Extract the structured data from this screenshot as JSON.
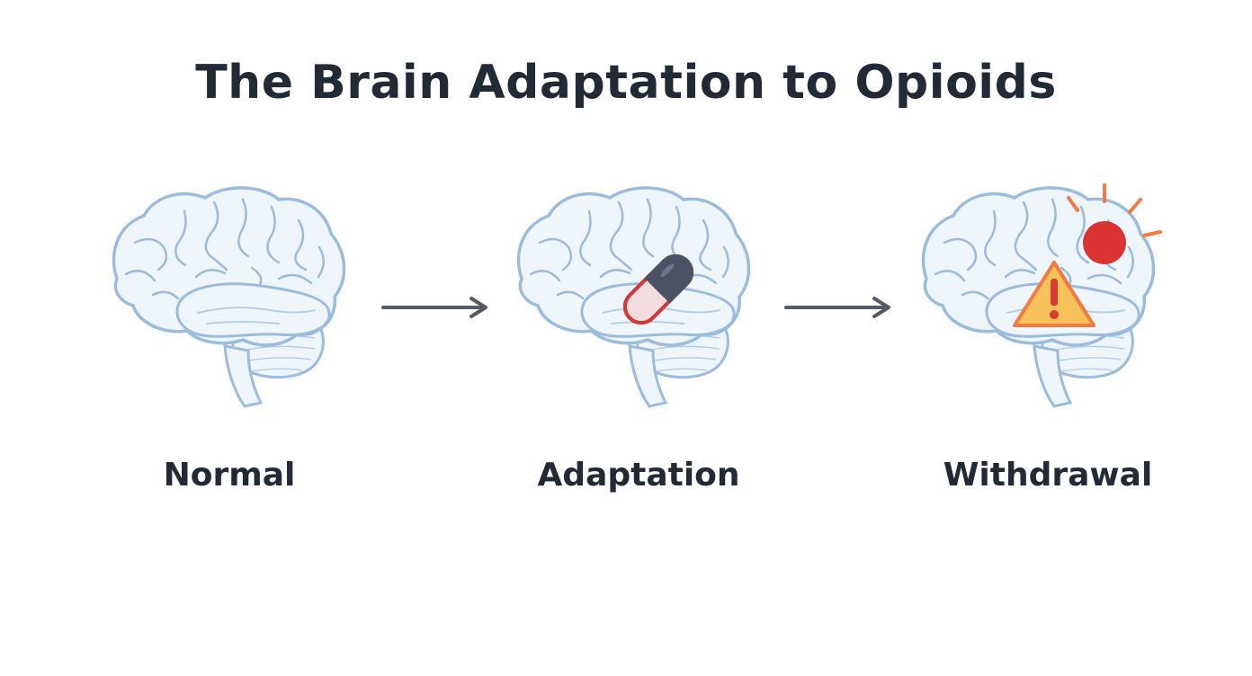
{
  "title": "The Brain Adaptation to Opioids",
  "stages": [
    {
      "label": "Normal",
      "icon": "brain-icon"
    },
    {
      "label": "Adaptation",
      "icon": "brain-with-pill-icon"
    },
    {
      "label": "Withdrawal",
      "icon": "brain-with-warning-icon"
    }
  ],
  "colors": {
    "brain_fill": "#eef5fb",
    "brain_stroke": "#9cbcde",
    "arrow": "#555b62",
    "pill_dark": "#4b5263",
    "pill_light": "#f4dde0",
    "pill_outline": "#d23a3a",
    "warning_fill": "#f6c05a",
    "warning_outline": "#ef7c44",
    "warning_mark": "#d93a31",
    "pain_dot": "#db3333",
    "pain_rays": "#ee7a4a",
    "text": "#222a36"
  }
}
